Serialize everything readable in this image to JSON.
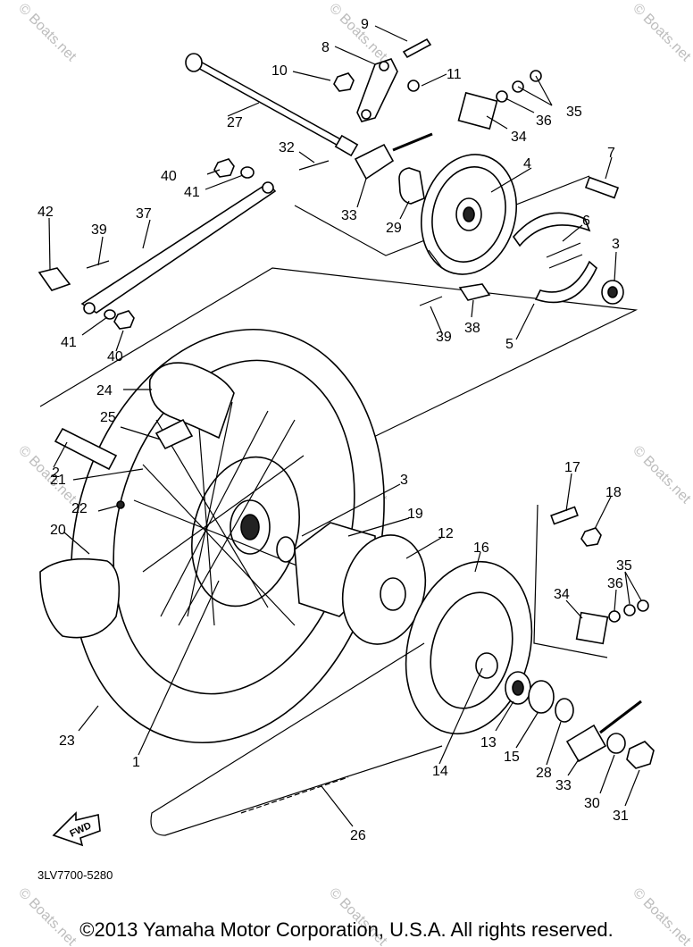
{
  "diagram_code": "3LV7700-5280",
  "fwd_label": "FWD",
  "copyright": "©2013 Yamaha Motor Corporation, U.S.A. All rights reserved.",
  "watermark": "© Boats.net",
  "callouts": [
    "1",
    "2",
    "3",
    "3",
    "4",
    "5",
    "6",
    "7",
    "8",
    "9",
    "10",
    "11",
    "12",
    "13",
    "14",
    "15",
    "16",
    "17",
    "18",
    "19",
    "20",
    "21",
    "22",
    "23",
    "24",
    "25",
    "26",
    "27",
    "28",
    "29",
    "30",
    "31",
    "32",
    "33",
    "33",
    "34",
    "34",
    "35",
    "35",
    "36",
    "36",
    "37",
    "38",
    "39",
    "39",
    "40",
    "40",
    "41",
    "41",
    "42"
  ]
}
